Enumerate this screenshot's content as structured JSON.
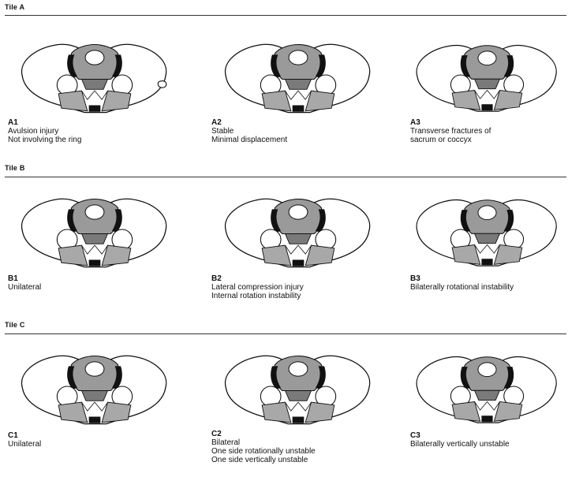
{
  "sections": [
    {
      "title": "Tile A",
      "items": [
        {
          "code": "A1",
          "lines": [
            "Avulsion injury",
            "Not involving the ring"
          ]
        },
        {
          "code": "A2",
          "lines": [
            "Stable",
            "Minimal displacement"
          ]
        },
        {
          "code": "A3",
          "lines": [
            "Transverse fractures of",
            "sacrum or coccyx"
          ]
        }
      ]
    },
    {
      "title": "Tile B",
      "items": [
        {
          "code": "B1",
          "lines": [
            "Unilateral"
          ]
        },
        {
          "code": "B2",
          "lines": [
            "Lateral compression injury",
            "Internal rotation instability"
          ]
        },
        {
          "code": "B3",
          "lines": [
            "Bilaterally rotational instability"
          ]
        }
      ]
    },
    {
      "title": "Tile C",
      "items": [
        {
          "code": "C1",
          "lines": [
            "Unilateral"
          ]
        },
        {
          "code": "C2",
          "lines": [
            "Bilateral",
            "One side rotationally unstable",
            "One side vertically unstable"
          ]
        },
        {
          "code": "C3",
          "lines": [
            "Bilaterally vertically unstable"
          ]
        }
      ]
    }
  ]
}
